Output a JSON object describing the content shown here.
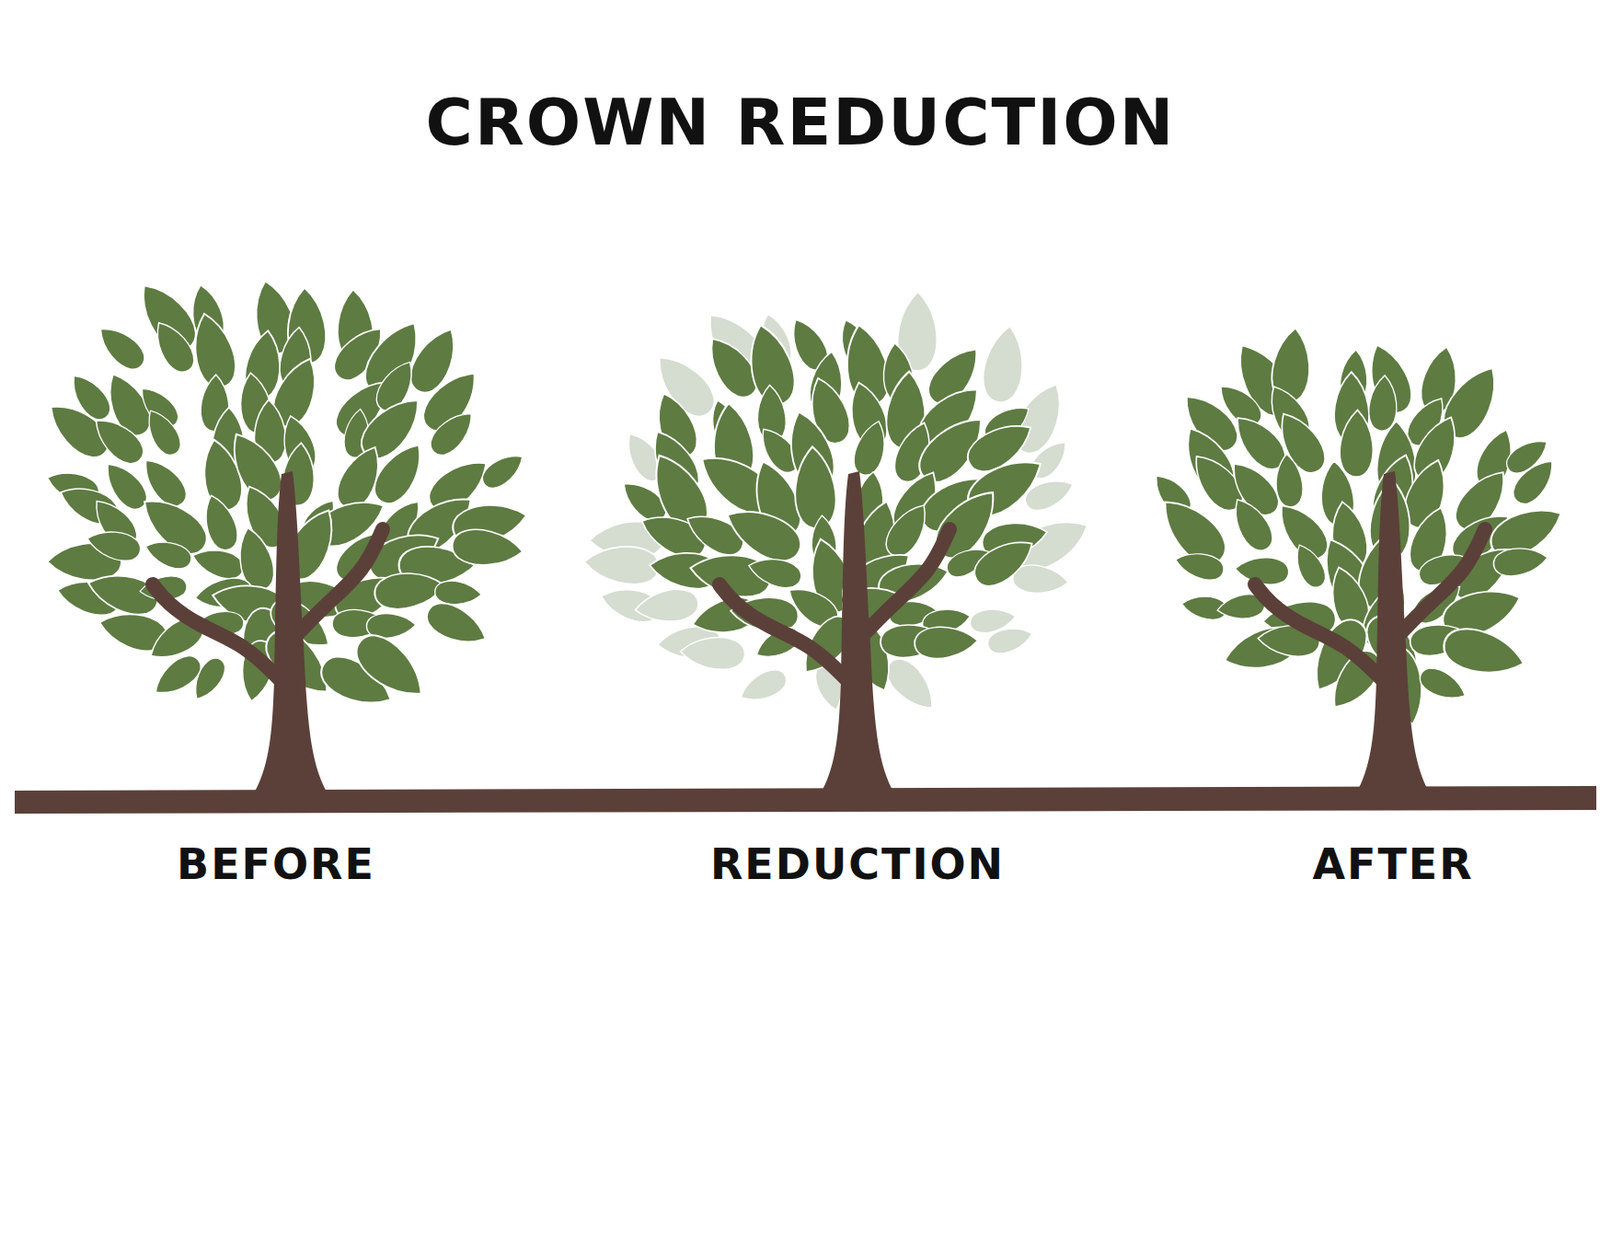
{
  "diagram": {
    "title": "CROWN REDUCTION",
    "labels": [
      "BEFORE",
      "REDUCTION",
      "AFTER"
    ]
  }
}
